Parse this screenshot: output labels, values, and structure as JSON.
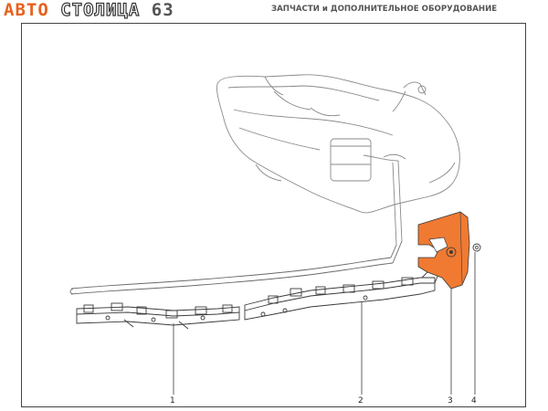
{
  "header": {
    "logo_part_a": "АВТО",
    "logo_part_b": "СТОЛИЦА",
    "logo_part_c": "63",
    "tagline": "ЗАПЧАСТИ и ДОПОЛНИТЕЛЬНОЕ ОБОРУДОВАНИЕ"
  },
  "diagram": {
    "callouts": [
      {
        "id": "1",
        "label": "1"
      },
      {
        "id": "2",
        "label": "2"
      },
      {
        "id": "3",
        "label": "3"
      },
      {
        "id": "4",
        "label": "4"
      }
    ],
    "colors": {
      "highlight_part": "#f07a32",
      "line": "#3a3a3a",
      "light_line": "#8a8a8a"
    }
  }
}
